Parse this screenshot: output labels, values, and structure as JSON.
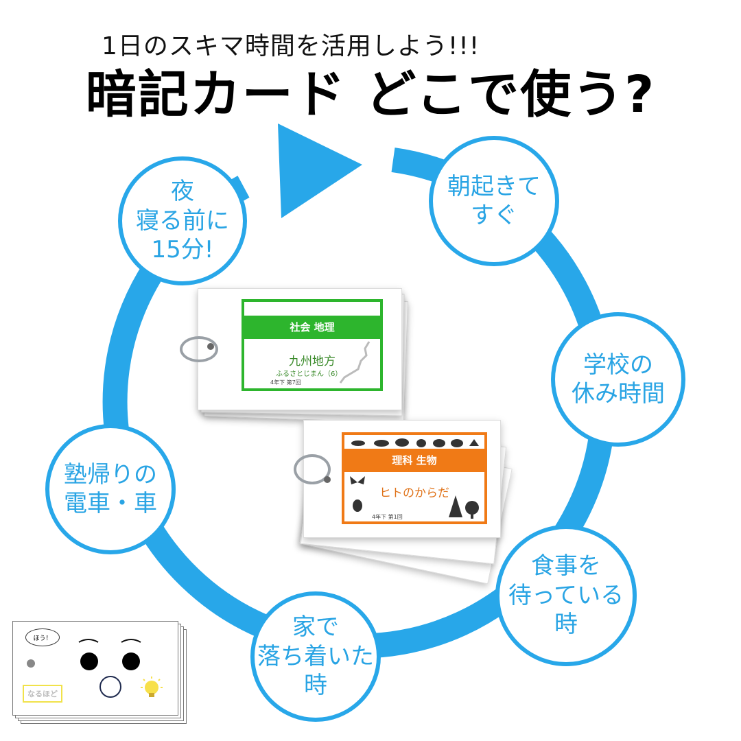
{
  "header": {
    "subtitle": "1日のスキマ時間を活用しよう!!!",
    "title": "暗記カード どこで使う?"
  },
  "cycle": {
    "ring_color": "#28a7e9",
    "steps": [
      "朝起きて\nすぐ",
      "学校の\n休み時間",
      "食事を\n待っている時",
      "家で\n落ち着いた\n時",
      "塾帰りの\n電車・車",
      "夜\n寝る前に\n15分!"
    ]
  },
  "cards": {
    "social": {
      "header": "社会 地理",
      "title": "九州地方",
      "subtitle": "ふるさとじまん（6）",
      "session": "4年下 第7回",
      "color": "#2db52d"
    },
    "science": {
      "header": "理科 生物",
      "title": "ヒトのからだ",
      "session": "4年下 第1回",
      "color": "#f07a16"
    }
  },
  "mascot": {
    "speech": "ほう！",
    "badge": "なるほど"
  }
}
